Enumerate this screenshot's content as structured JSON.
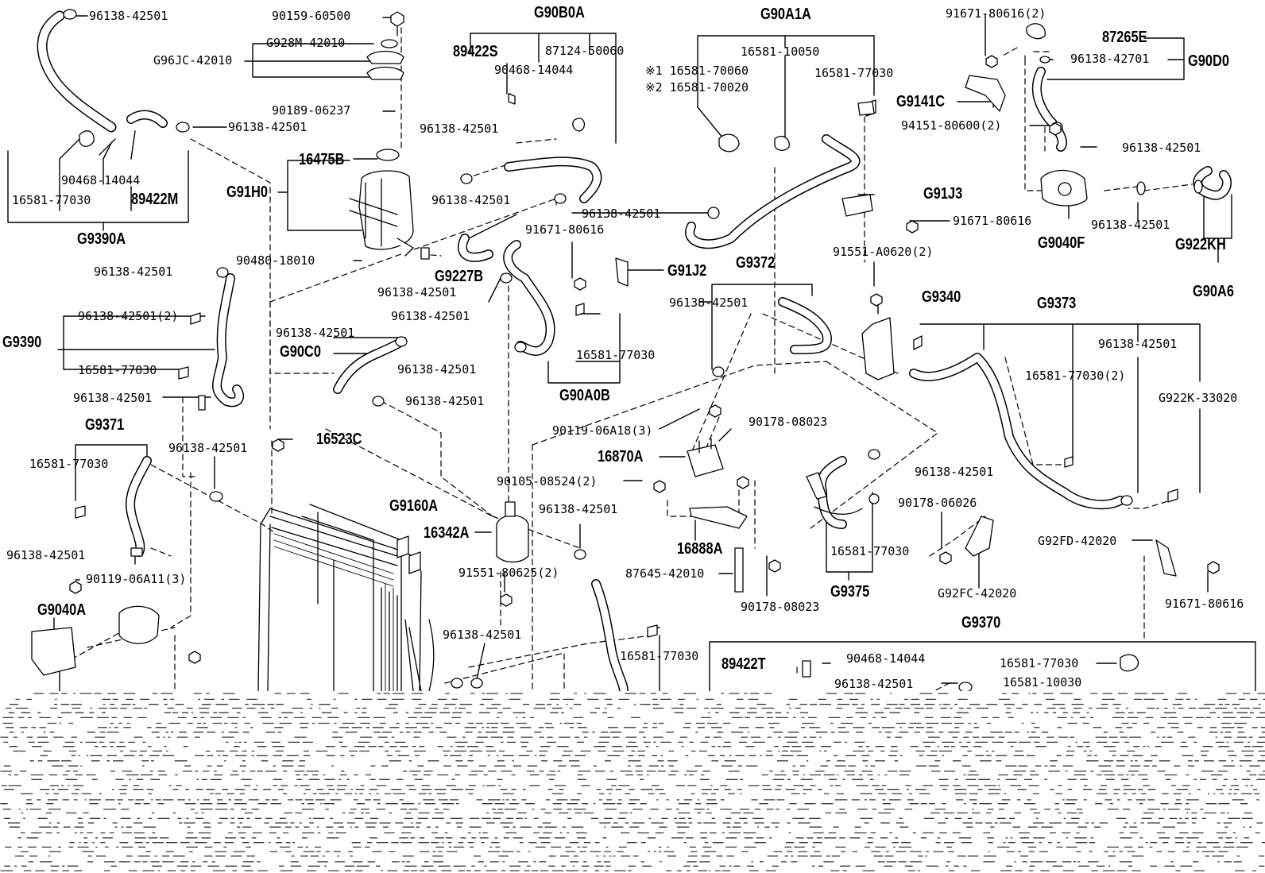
{
  "labels": {
    "l1": "96138-42501",
    "l2": "90159-60500",
    "l3": "G928M-42010",
    "l4": "G96JC-42010",
    "l5": "90189-06237",
    "l6": "96138-42501",
    "l7": "G90B0A",
    "l8": "89422S",
    "l9": "87124-50060",
    "l10": "90468-14044",
    "l11": "G90A1A",
    "l12": "16581-10050",
    "l13": "※1 16581-70060",
    "l14": "※2 16581-70020",
    "l15": "16581-77030",
    "l16": "91671-80616(2)",
    "l17": "87265E",
    "l18": "96138-42701",
    "l19": "G90D0",
    "l20": "G9141C",
    "l21": "94151-80600(2)",
    "l22": "96138-42501",
    "l23": "90468-14044",
    "l24": "16581-77030",
    "l25": "89422M",
    "l26": "G9390A",
    "l27": "16475B",
    "l28": "G91H0",
    "l29": "96138-42501",
    "l30": "96138-42501",
    "l31": "96138-42501",
    "l32": "G91J3",
    "l33": "91671-80616",
    "l34": "G9040F",
    "l35": "96138-42501",
    "l36": "G922KH",
    "l37": "G90A6",
    "l38": "90480-18010",
    "l39": "G9227B",
    "l40": "91671-80616",
    "l41": "G91J2",
    "l42": "91551-A0620(2)",
    "l43": "96138-42501",
    "l44": "96138-42501",
    "l45": "96138-42501",
    "l46": "G9372",
    "l47": "96138-42501",
    "l48": "G9340",
    "l49": "G9373",
    "l50": "96138-42501(2)",
    "l51": "G9390",
    "l52": "96138-42501",
    "l53": "G90C0",
    "l54": "16581-77030",
    "l55": "96138-42501",
    "l56": "96138-42501",
    "l57": "16581-77030(2)",
    "l58": "96138-42501",
    "l59": "16581-77030",
    "l60": "96138-42501",
    "l61": "G90A0B",
    "l62": "G922K-33020",
    "l63": "90119-06A18(3)",
    "l64": "90178-08023",
    "l65": "G9371",
    "l66": "96138-42501",
    "l67": "16523C",
    "l68": "16581-77030",
    "l69": "16870A",
    "l70": "96138-42501",
    "l71": "90105-08524(2)",
    "l72": "G9160A",
    "l73": "96138-42501",
    "l74": "90178-06026",
    "l75": "16342A",
    "l76": "G92FD-42020",
    "l77": "16888A",
    "l78": "16581-77030",
    "l79": "96138-42501",
    "l80": "90119-06A11(3)",
    "l81": "91551-80625(2)",
    "l82": "87645-42010",
    "l83": "G9375",
    "l84": "G92FC-42020",
    "l85": "G9040A",
    "l86": "90178-08023",
    "l87": "91671-80616",
    "l88": "G9370",
    "l89": "96138-42501",
    "l90": "16581-77030",
    "l91": "89422T",
    "l92": "90468-14044",
    "l93": "16581-77030",
    "l94": "96138-42501",
    "l95": "16581-10030"
  }
}
